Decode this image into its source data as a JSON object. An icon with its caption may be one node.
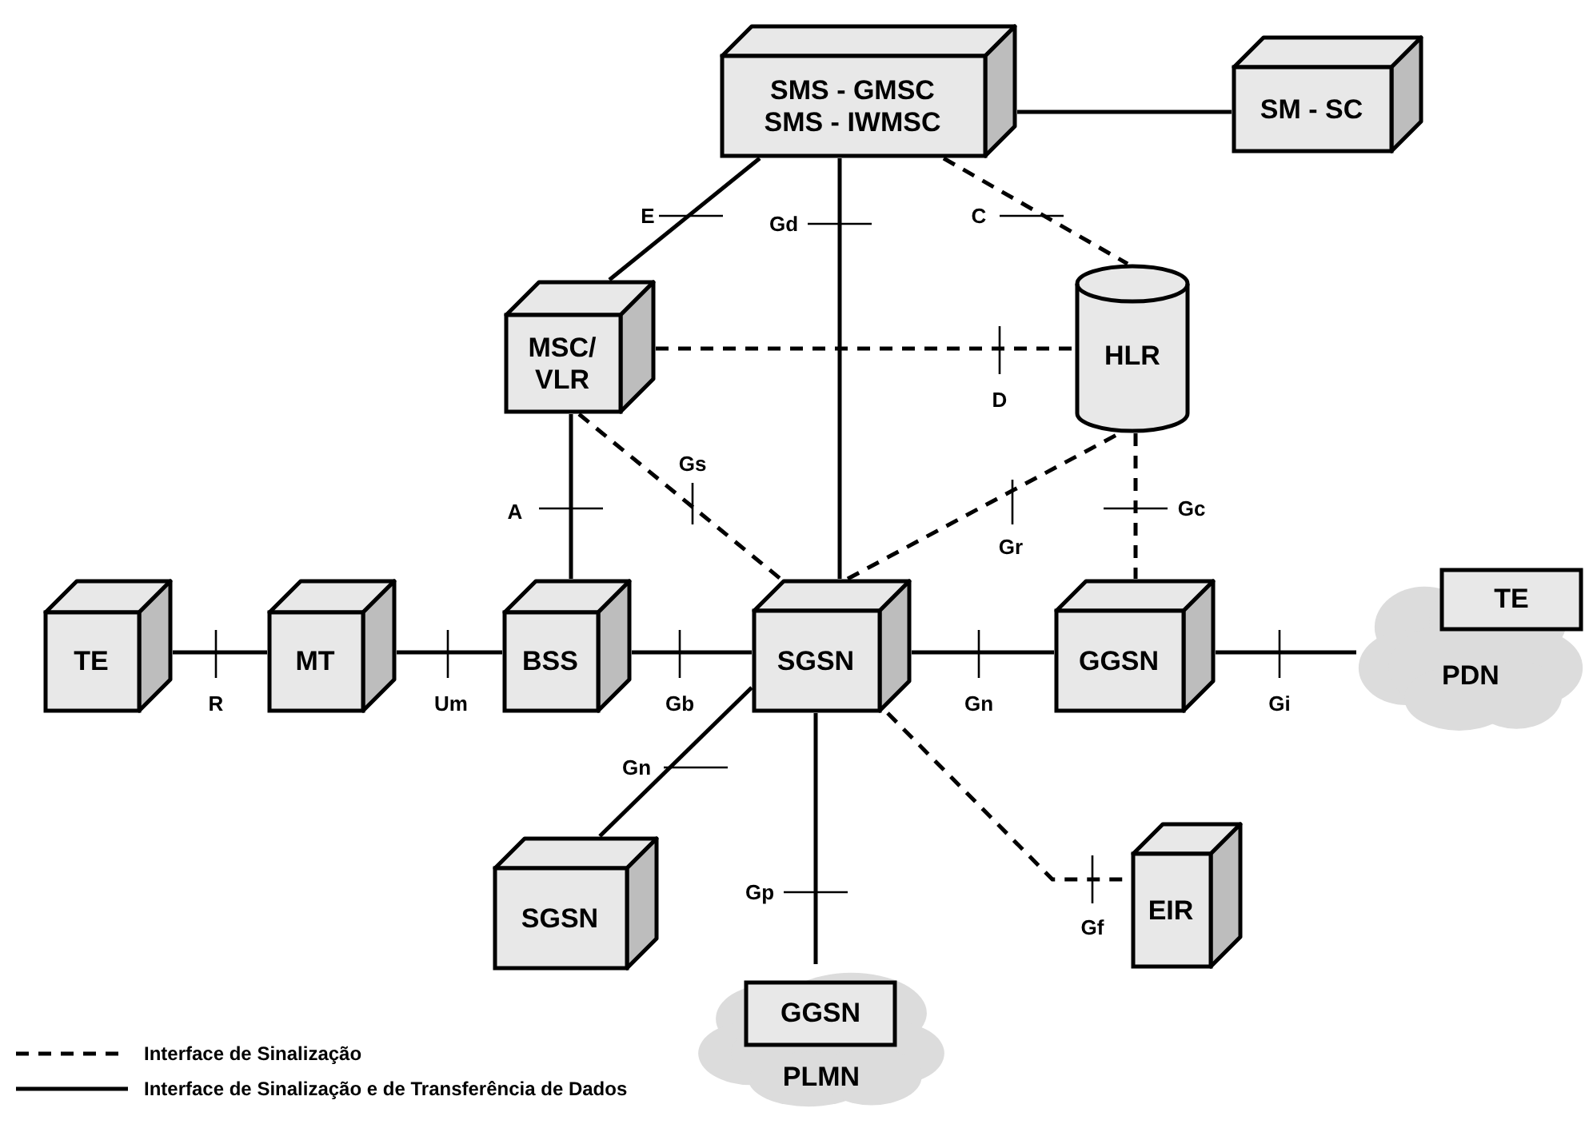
{
  "diagram": {
    "nodes": [
      {
        "text": [
          "SMS - GMSC",
          "SMS - IWMSC"
        ]
      },
      {
        "text": [
          "SM - SC"
        ]
      },
      {
        "text": [
          "MSC/ VLR"
        ]
      },
      {
        "text": [
          "HLR"
        ]
      },
      {
        "text": [
          "TE"
        ]
      },
      {
        "text": [
          "MT"
        ]
      },
      {
        "text": [
          "BSS"
        ]
      },
      {
        "text": [
          "SGSN"
        ]
      },
      {
        "text": [
          "GGSN"
        ]
      },
      {
        "text": [
          "PDN"
        ]
      },
      {
        "text": [
          "TE"
        ],
        "in": 9
      },
      {
        "text": [
          "SGSN"
        ]
      },
      {
        "text": [
          "EIR"
        ]
      },
      {
        "text": [
          "PLMN"
        ]
      },
      {
        "text": [
          "GGSN"
        ],
        "in": 13
      }
    ],
    "edges": [
      {
        "from": 0,
        "to": 1,
        "arrow": "none"
      },
      {
        "from": 0,
        "to": 2,
        "arrow": "none",
        "label": "E"
      },
      {
        "from": 0,
        "to": 7,
        "arrow": "none",
        "label": "Gd"
      },
      {
        "from": 0,
        "to": 3,
        "arrow": "none",
        "label": "C",
        "style": "dashed"
      },
      {
        "from": 2,
        "to": 3,
        "arrow": "none",
        "label": "D",
        "style": "dashed"
      },
      {
        "from": 6,
        "to": 2,
        "arrow": "none",
        "label": "A"
      },
      {
        "from": 2,
        "to": 7,
        "arrow": "none",
        "label": "Gs",
        "style": "dashed"
      },
      {
        "from": 7,
        "to": 3,
        "arrow": "none",
        "label": "Gr",
        "style": "dashed"
      },
      {
        "from": 3,
        "to": 8,
        "arrow": "none",
        "label": "Gc",
        "style": "dashed"
      },
      {
        "from": 4,
        "to": 5,
        "arrow": "none",
        "label": "R"
      },
      {
        "from": 5,
        "to": 6,
        "arrow": "none",
        "label": "Um"
      },
      {
        "from": 6,
        "to": 7,
        "arrow": "none",
        "label": "Gb"
      },
      {
        "from": 7,
        "to": 8,
        "arrow": "none",
        "label": "Gn"
      },
      {
        "from": 8,
        "to": 9,
        "arrow": "none",
        "label": "Gi"
      },
      {
        "from": 7,
        "to": 11,
        "arrow": "none",
        "label": "Gn"
      },
      {
        "from": 7,
        "to": 13,
        "arrow": "none",
        "label": "Gp"
      },
      {
        "from": 7,
        "to": 12,
        "arrow": "none",
        "label": "Gf",
        "style": "dashed"
      }
    ],
    "legend": [
      {
        "text": "Interface de Sinalização"
      },
      {
        "text": "Interface de Sinalização e de Transferência de Dados"
      }
    ]
  }
}
